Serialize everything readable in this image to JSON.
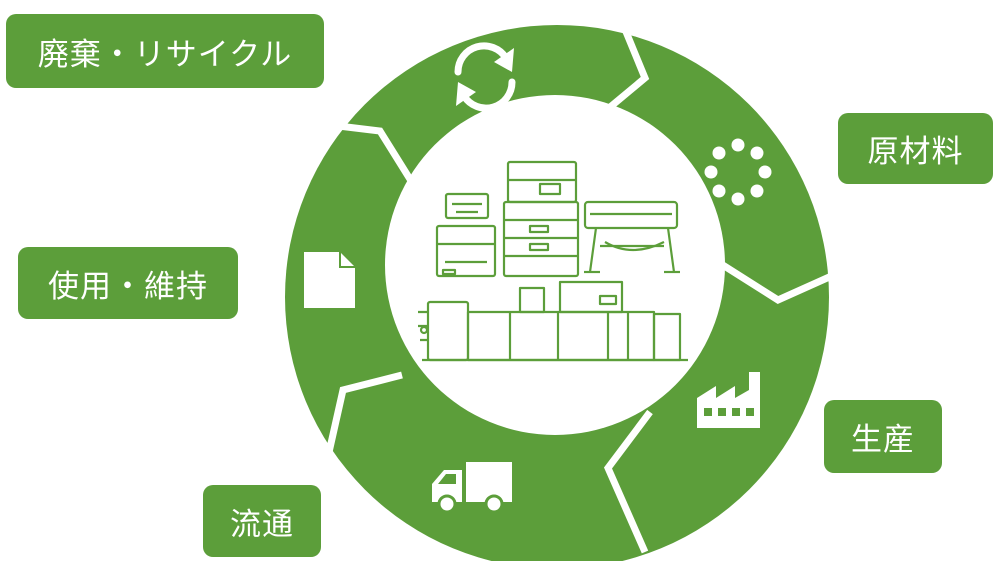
{
  "colors": {
    "segment": "#5c9e3a",
    "gap": "#ffffff",
    "icon": "#ffffff",
    "center_outline": "#5c9e3a"
  },
  "labels": {
    "disposal_recycle": "廃棄・リサイクル",
    "raw_materials": "原材料",
    "use_maintenance": "使用・維持",
    "production": "生産",
    "distribution": "流通"
  },
  "cycle": [
    {
      "stage": "disposal_recycle",
      "icon": "recycle-arrows-icon"
    },
    {
      "stage": "raw_materials",
      "icon": "dot-ring-icon"
    },
    {
      "stage": "production",
      "icon": "factory-icon"
    },
    {
      "stage": "distribution",
      "icon": "delivery-truck-icon"
    },
    {
      "stage": "use_maintenance",
      "icon": "document-icon"
    }
  ],
  "center": {
    "icon": "office-printers-icon"
  }
}
